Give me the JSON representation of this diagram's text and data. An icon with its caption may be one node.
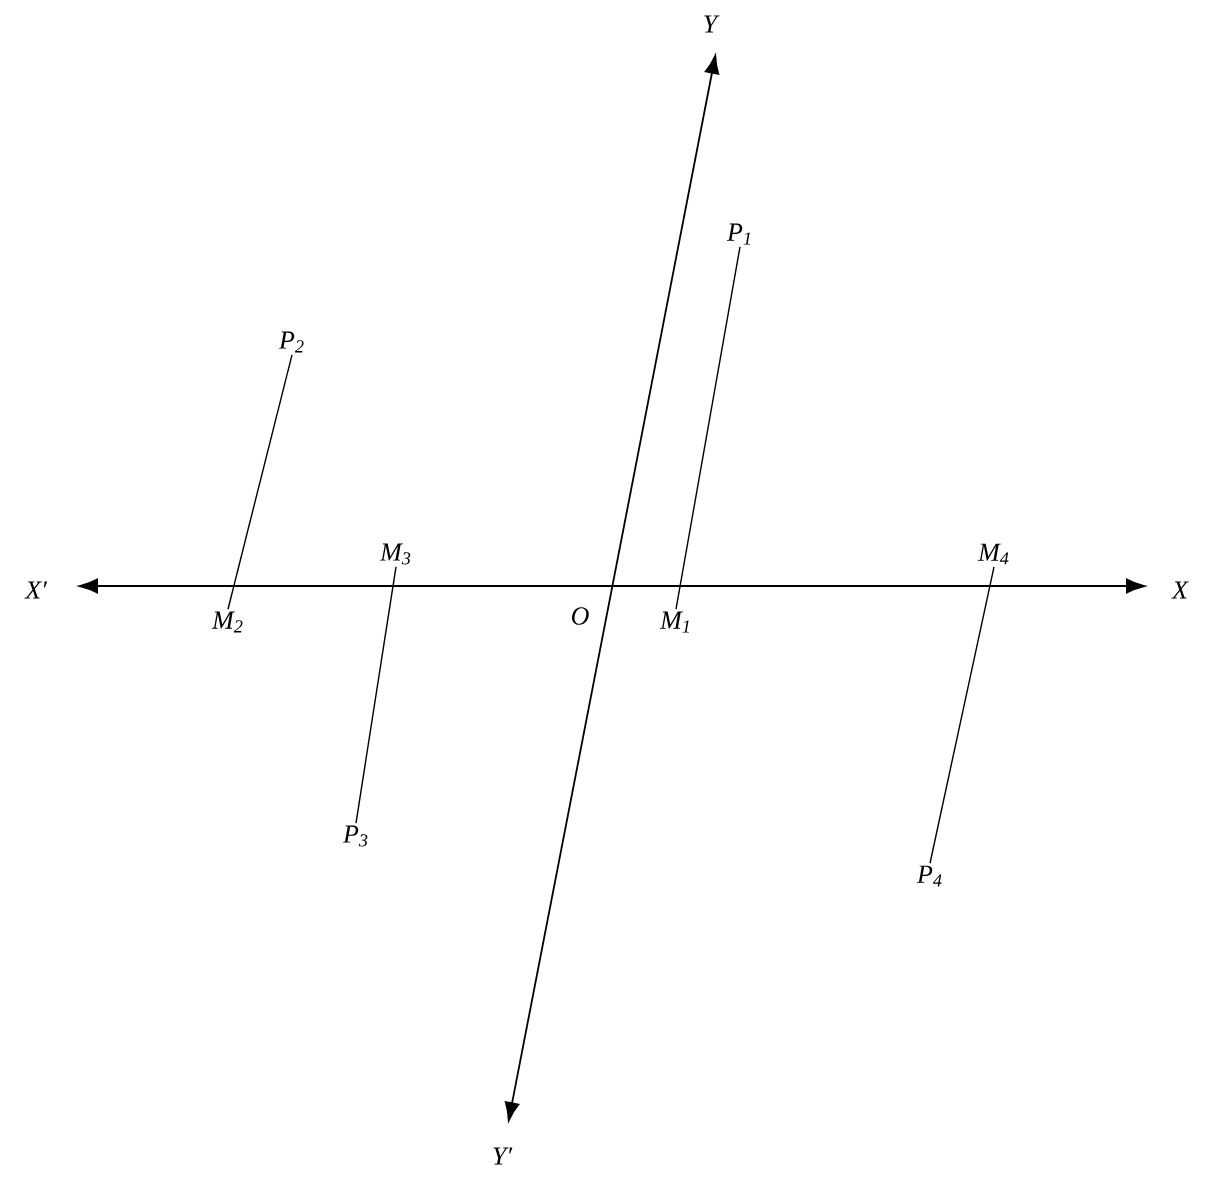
{
  "diagram": {
    "nodes": [
      {
        "text": [
          "P$_{1}$"
        ]
      },
      {
        "text": [
          "M$_{1}$"
        ]
      },
      {
        "text": [
          "P$_{2}$"
        ]
      },
      {
        "text": [
          "M$_{2}$"
        ]
      },
      {
        "text": [
          "M$_{3}$"
        ]
      },
      {
        "text": [
          "P$_{3}$"
        ]
      },
      {
        "text": [
          "M$_{4}$"
        ]
      },
      {
        "text": [
          "P$_{4}$"
        ]
      }
    ],
    "edges": [
      {
        "from": 0,
        "to": 1,
        "arrow": "none"
      },
      {
        "from": 2,
        "to": 3,
        "arrow": "none"
      },
      {
        "from": 5,
        "to": 4,
        "arrow": "none"
      },
      {
        "from": 7,
        "to": 6,
        "arrow": "none"
      }
    ],
    "labels": [
      "Y",
      "X′",
      "O",
      "X",
      "Y′"
    ]
  }
}
